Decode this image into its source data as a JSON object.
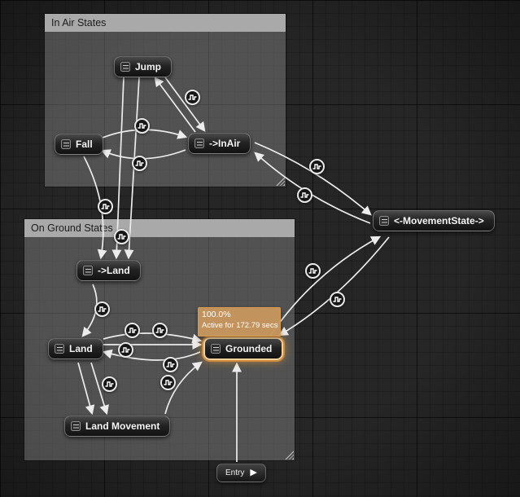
{
  "comments": {
    "in_air": {
      "title": "In Air States"
    },
    "on_ground": {
      "title": "On Ground States"
    }
  },
  "states": {
    "jump": {
      "label": "Jump"
    },
    "fall": {
      "label": "Fall"
    },
    "in_air": {
      "label": "->InAir"
    },
    "to_land": {
      "label": "->Land"
    },
    "land": {
      "label": "Land"
    },
    "land_movement": {
      "label": "Land Movement"
    },
    "grounded": {
      "label": "Grounded"
    },
    "movement_state": {
      "label": "<-MovementState->"
    }
  },
  "entry": {
    "label": "Entry"
  },
  "active_tooltip": {
    "weight": "100.0%",
    "duration": "Active for 172.79 secs"
  },
  "icons": {
    "transition_rule": "pulse-wave",
    "state_node": "list-lines",
    "entry_play": "▶"
  },
  "colors": {
    "wire": "#ececec",
    "active_border": "#f3cf9a",
    "active_glow": "#e89632",
    "tooltip_bg": "#c7965e",
    "comment_header": "#a9a9a9",
    "background": "#262626"
  }
}
